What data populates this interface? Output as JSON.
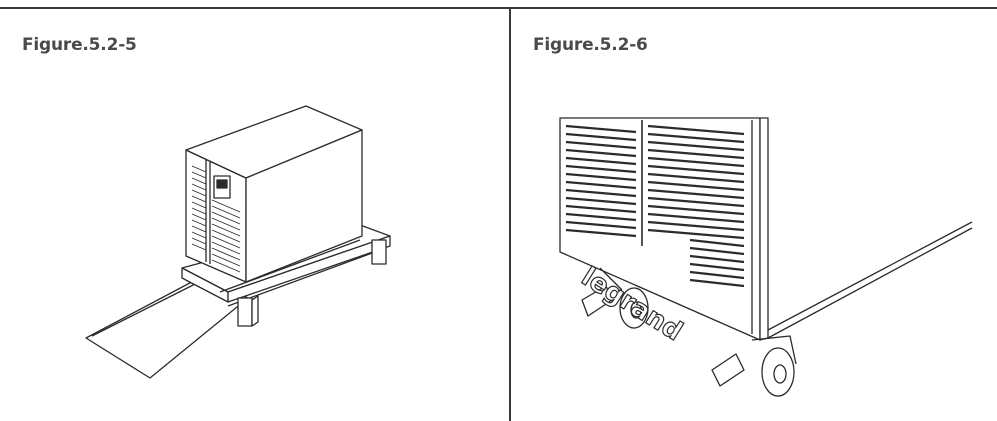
{
  "figures": [
    {
      "caption": "Figure.5.2-5"
    },
    {
      "caption": "Figure.5.2-6",
      "brand_text": "legrand"
    }
  ],
  "colors": {
    "line": "#2b2b2b",
    "rule": "#3a3a3a",
    "caption": "#4a4a4a"
  }
}
